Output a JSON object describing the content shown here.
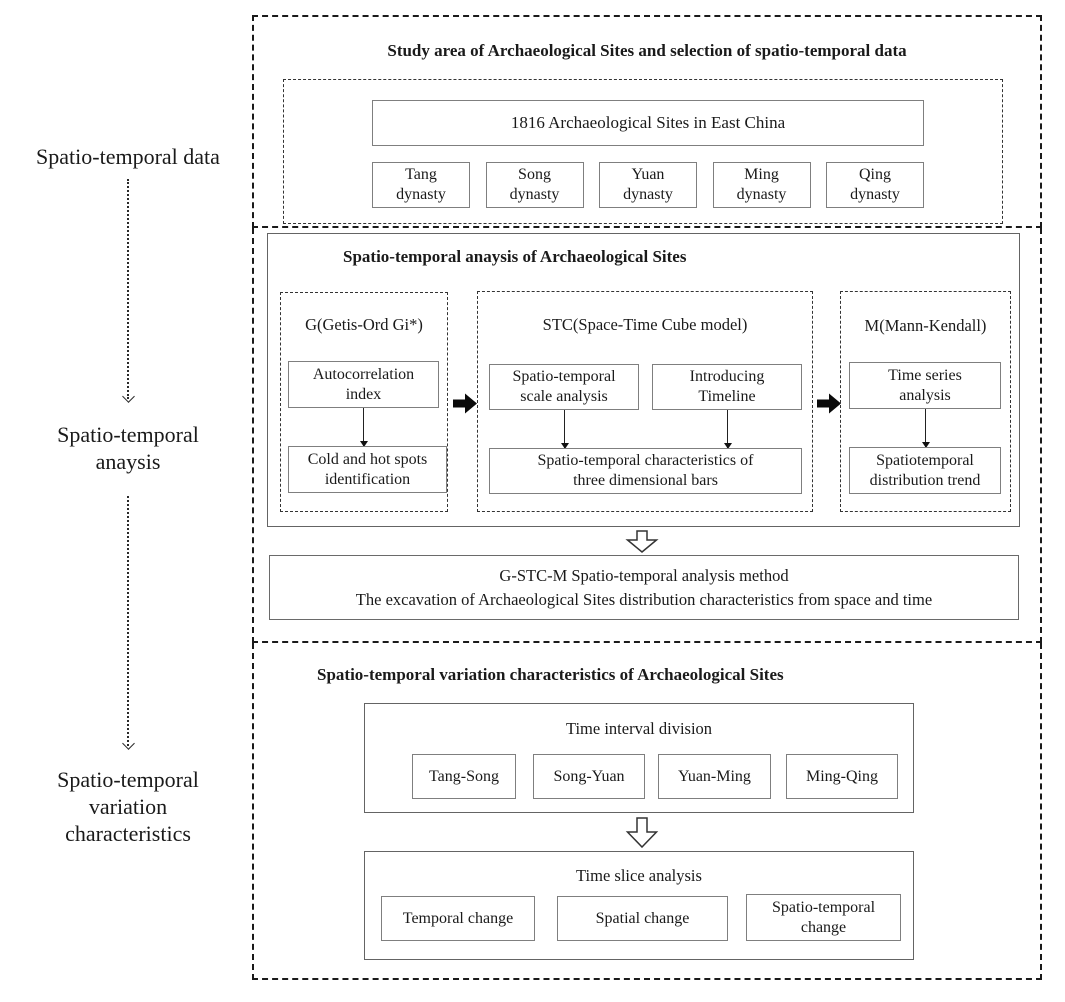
{
  "colors": {
    "background": "#ffffff",
    "text": "#1a1a1a",
    "box_border": "#7f7f7f",
    "dashed_border": "#1a1a1a",
    "arrow_fill": "#0a0a0a"
  },
  "left_rail": {
    "top_label": "Spatio-temporal data",
    "middle_label": [
      "Spatio-temporal",
      "anaysis"
    ],
    "bottom_label": [
      "Spatio-temporal",
      "variation",
      "characteristics"
    ]
  },
  "top_section": {
    "title": "Study area of Archaeological Sites and selection of spatio-temporal data",
    "main_box": "1816 Archaeological Sites in East China",
    "dynasties": [
      [
        "Tang",
        "dynasty"
      ],
      [
        "Song",
        "dynasty"
      ],
      [
        "Yuan",
        "dynasty"
      ],
      [
        "Ming",
        "dynasty"
      ],
      [
        "Qing",
        "dynasty"
      ]
    ]
  },
  "middle_section": {
    "title": "Spatio-temporal anaysis of Archaeological Sites",
    "col_g": {
      "heading": "G(Getis-Ord Gi*)",
      "box1": [
        "Autocorrelation",
        "index"
      ],
      "box2": [
        "Cold and hot spots",
        "identification"
      ]
    },
    "col_stc": {
      "heading": "STC(Space-Time Cube model)",
      "box1": [
        "Spatio-temporal",
        "scale analysis"
      ],
      "box2": [
        "Introducing",
        "Timeline"
      ],
      "box3": [
        "Spatio-temporal  characteristics of",
        "three dimensional bars"
      ]
    },
    "col_m": {
      "heading": "M(Mann-Kendall)",
      "box1": [
        "Time series",
        "analysis"
      ],
      "box2": [
        "Spatiotemporal",
        "distribution trend"
      ]
    },
    "result_box": [
      "G-STC-M Spatio-temporal analysis method",
      "The excavation of Archaeological Sites distribution characteristics from space and time"
    ]
  },
  "bottom_section": {
    "title": "Spatio-temporal variation characteristics of Archaeological Sites",
    "interval_box": {
      "caption": "Time interval division",
      "items": [
        "Tang-Song",
        "Song-Yuan",
        "Yuan-Ming",
        "Ming-Qing"
      ]
    },
    "slice_box": {
      "caption": "Time slice analysis",
      "item1": "Temporal change",
      "item2": "Spatial change",
      "item3": [
        "Spatio-temporal",
        "change"
      ]
    }
  }
}
